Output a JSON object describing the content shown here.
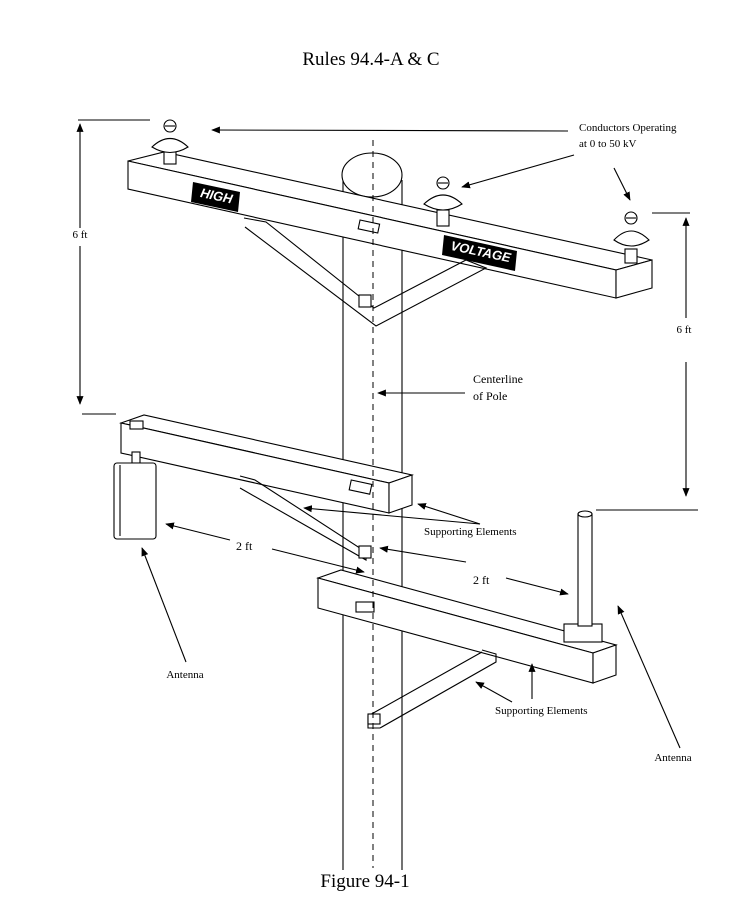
{
  "title": "Rules 94.4-A & C",
  "caption": "Figure 94-1",
  "labels": {
    "conductors_line1": "Conductors Operating",
    "conductors_line2": "at 0 to 50 kV",
    "left_height": "6 ft",
    "right_height": "6 ft",
    "centerline_line1": "Centerline",
    "centerline_line2": "of Pole",
    "supporting_upper": "Supporting Elements",
    "supporting_lower": "Supporting Elements",
    "left_spacing": "2 ft",
    "right_spacing": "2 ft",
    "antenna_left": "Antenna",
    "antenna_right": "Antenna"
  },
  "signs": {
    "high": "HIGH",
    "voltage": "VOLTAGE"
  },
  "colors": {
    "line": "#000000",
    "background": "#ffffff",
    "sign_fill": "#000000",
    "sign_text": "#ffffff"
  }
}
